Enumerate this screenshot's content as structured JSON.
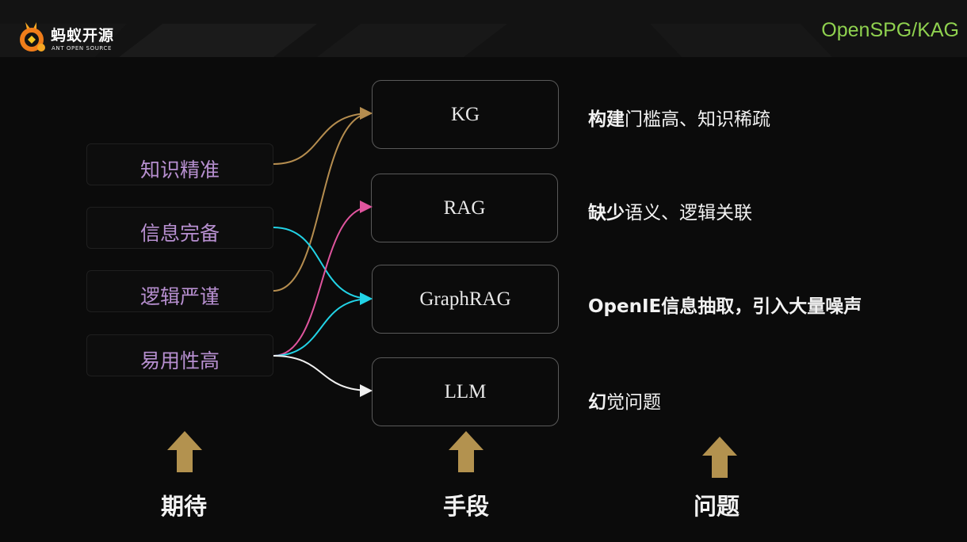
{
  "header": {
    "logo_cn": "蚂蚁开源",
    "logo_en": "ANT OPEN SOURCE",
    "brand": "OpenSPG/KAG"
  },
  "expectations": [
    "知识精准",
    "信息完备",
    "逻辑严谨",
    "易用性高"
  ],
  "methods": [
    "KG",
    "RAG",
    "GraphRAG",
    "LLM"
  ],
  "problems": [
    {
      "strong": "构建",
      "rest": "门槛高、知识稀疏"
    },
    {
      "strong": "缺少",
      "rest": "语义、逻辑关联"
    },
    {
      "strong": "OpenIE信息抽取，引入大量噪声",
      "rest": ""
    },
    {
      "strong": "幻",
      "rest": "觉问题"
    }
  ],
  "columns": [
    "期待",
    "手段",
    "问题"
  ],
  "connections": [
    {
      "from": "知识精准",
      "to": "KG",
      "color": "#b58d4f"
    },
    {
      "from": "逻辑严谨",
      "to": "KG",
      "color": "#b58d4f"
    },
    {
      "from": "信息完备",
      "to": "GraphRAG",
      "color": "#22d3e6"
    },
    {
      "from": "易用性高",
      "to": "RAG",
      "color": "#e0559e"
    },
    {
      "from": "易用性高",
      "to": "GraphRAG",
      "color": "#22d3e6"
    },
    {
      "from": "易用性高",
      "to": "LLM",
      "color": "#f0f0f0"
    }
  ],
  "colors": {
    "accent": "#8fd14f",
    "expectation_text": "#b78fd0",
    "arrow": "#b3924f"
  }
}
